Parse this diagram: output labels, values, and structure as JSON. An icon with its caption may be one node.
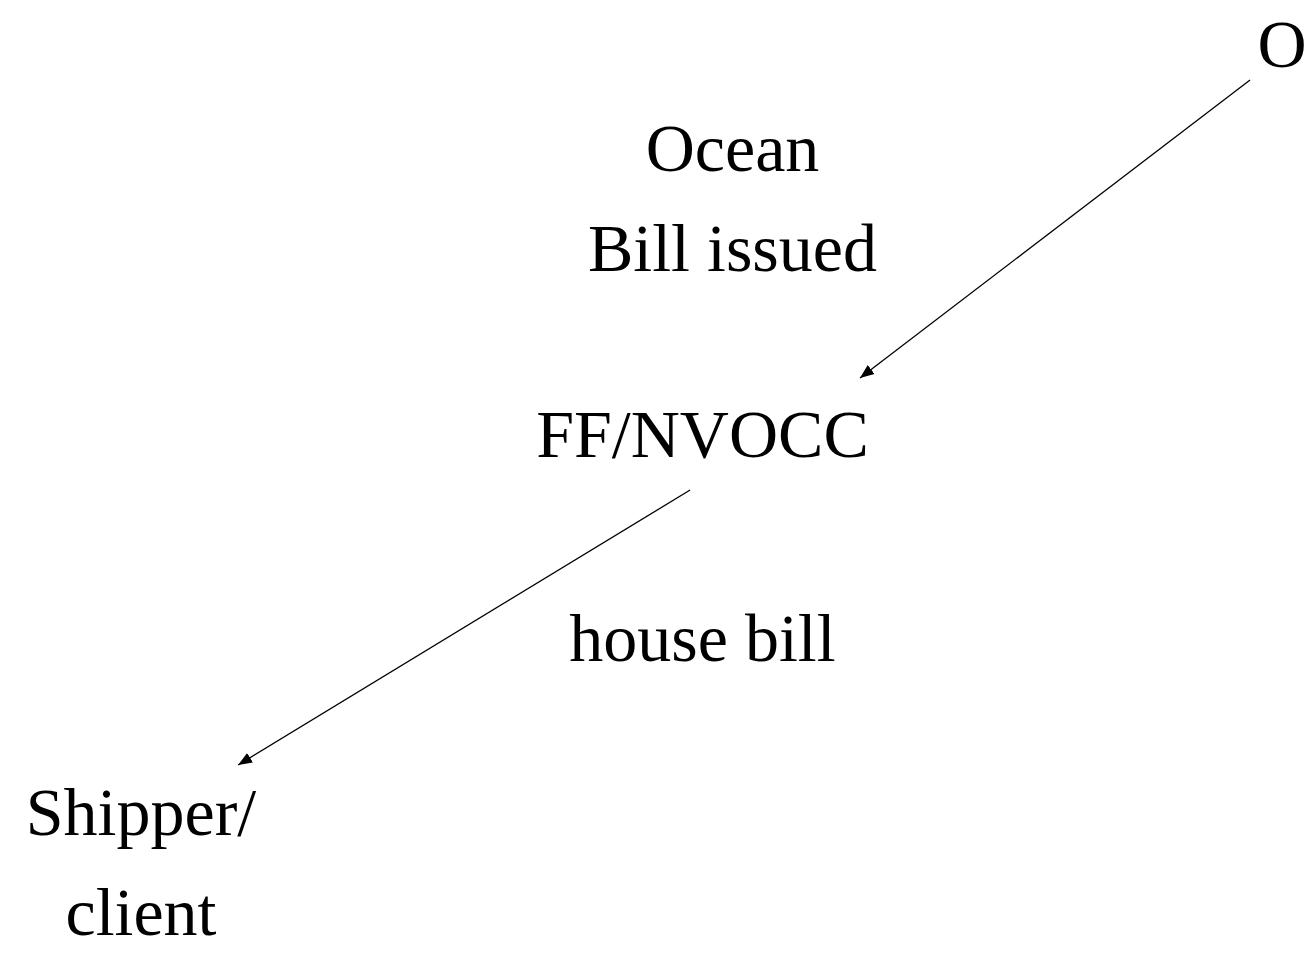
{
  "diagram": {
    "nodes": [
      {
        "text": [
          "O"
        ]
      },
      {
        "text": [
          "FF/NVOCC"
        ]
      },
      {
        "text": [
          "Shipper/ client"
        ]
      }
    ],
    "edges": [
      {
        "from": 0,
        "to": 1,
        "arrow": "to",
        "label": "Ocean Bill issued"
      },
      {
        "from": 1,
        "to": 2,
        "arrow": "to",
        "label": "house bill"
      }
    ]
  }
}
